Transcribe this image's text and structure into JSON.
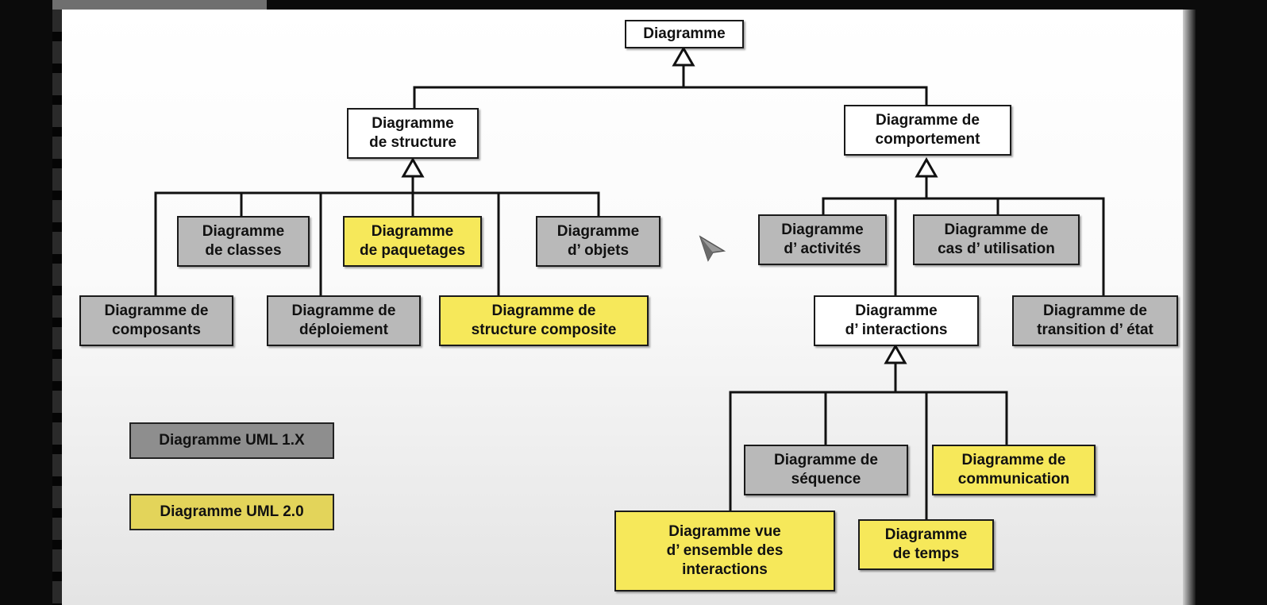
{
  "diagram": {
    "root": "Diagramme",
    "structure": "Diagramme\nde structure",
    "behavior": "Diagramme de\ncomportement",
    "classes": "Diagramme\nde classes",
    "packages": "Diagramme\nde paquetages",
    "objects": "Diagramme\nd’ objets",
    "components": "Diagramme de\ncomposants",
    "deployment": "Diagramme de\ndéploiement",
    "composite": "Diagramme de\nstructure composite",
    "activities": "Diagramme\nd’ activités",
    "usecase": "Diagramme de\ncas d’ utilisation",
    "interactions": "Diagramme\nd’ interactions",
    "statechart": "Diagramme de\ntransition d’ état",
    "sequence": "Diagramme de\nséquence",
    "communication": "Diagramme de\ncommunication",
    "overview": "Diagramme vue\nd’ ensemble des\ninteractions",
    "timing": "Diagramme\nde temps"
  },
  "legend": {
    "uml1": "Diagramme UML 1.X",
    "uml2": "Diagramme UML 2.0"
  },
  "colors": {
    "uml1_gray": "#b9b9b9",
    "uml2_yellow": "#f6e85a",
    "abstract_white": "#ffffff"
  }
}
